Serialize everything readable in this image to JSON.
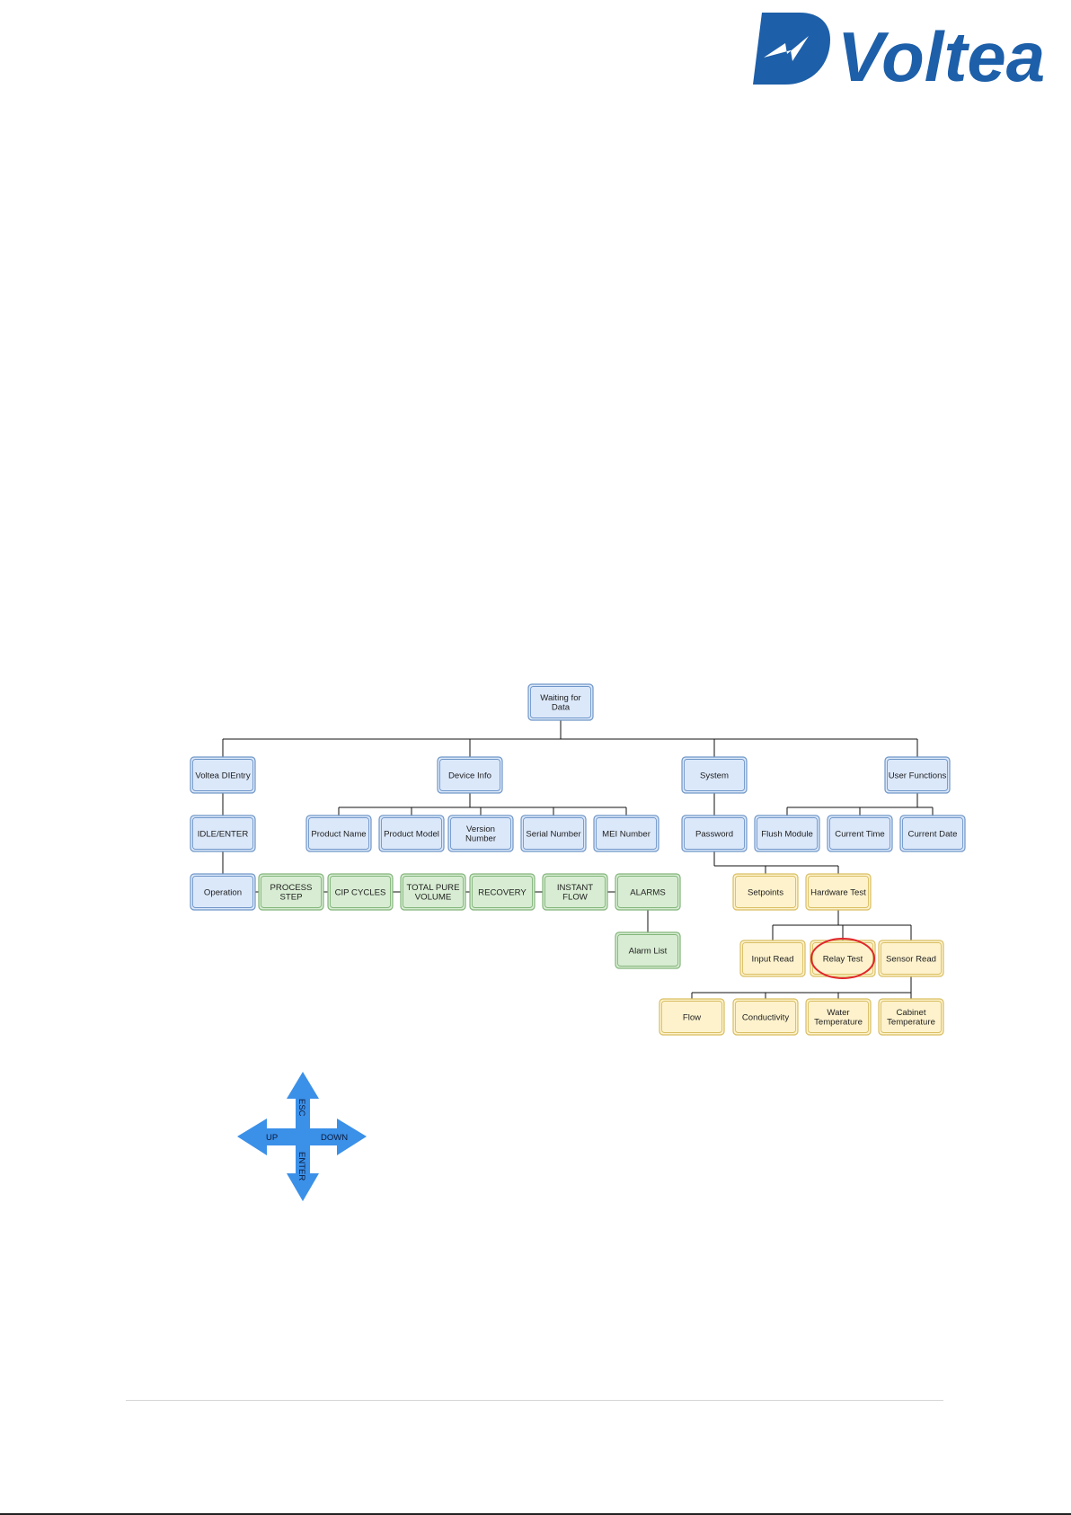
{
  "brand": {
    "name": "Voltea",
    "color": "#1d5fa9"
  },
  "colors": {
    "blue_fill": "#dbe8fa",
    "blue_stroke": "#6f96c8",
    "green_fill": "#d7ecd2",
    "green_stroke": "#82b57a",
    "yellow_fill": "#fdf2cc",
    "yellow_stroke": "#d9be62",
    "highlight": "#e0262b",
    "arrow": "#3b90e8"
  },
  "nodes": [
    {
      "id": "root",
      "lines": [
        "Waiting for",
        "Data"
      ],
      "color": "blue"
    },
    {
      "id": "voltea-dientry",
      "lines": [
        "Voltea DIEntry"
      ],
      "color": "blue"
    },
    {
      "id": "device-info",
      "lines": [
        "Device Info"
      ],
      "color": "blue"
    },
    {
      "id": "system",
      "lines": [
        "System"
      ],
      "color": "blue"
    },
    {
      "id": "user-functions",
      "lines": [
        "User Functions"
      ],
      "color": "blue"
    },
    {
      "id": "idle-enter",
      "lines": [
        "IDLE/ENTER"
      ],
      "color": "blue"
    },
    {
      "id": "product-name",
      "lines": [
        "Product Name"
      ],
      "color": "blue"
    },
    {
      "id": "product-model",
      "lines": [
        "Product Model"
      ],
      "color": "blue"
    },
    {
      "id": "version-number",
      "lines": [
        "Version",
        "Number"
      ],
      "color": "blue"
    },
    {
      "id": "serial-number",
      "lines": [
        "Serial Number"
      ],
      "color": "blue"
    },
    {
      "id": "mei-number",
      "lines": [
        "MEI Number"
      ],
      "color": "blue"
    },
    {
      "id": "password",
      "lines": [
        "Password"
      ],
      "color": "blue"
    },
    {
      "id": "flush-module",
      "lines": [
        "Flush Module"
      ],
      "color": "blue"
    },
    {
      "id": "current-time",
      "lines": [
        "Current Time"
      ],
      "color": "blue"
    },
    {
      "id": "current-date",
      "lines": [
        "Current Date"
      ],
      "color": "blue"
    },
    {
      "id": "operation",
      "lines": [
        "Operation"
      ],
      "color": "blue"
    },
    {
      "id": "process-step",
      "lines": [
        "PROCESS",
        "STEP"
      ],
      "color": "green"
    },
    {
      "id": "cip-cycles",
      "lines": [
        "CIP CYCLES"
      ],
      "color": "green"
    },
    {
      "id": "total-pure-volume",
      "lines": [
        "TOTAL PURE",
        "VOLUME"
      ],
      "color": "green"
    },
    {
      "id": "recovery",
      "lines": [
        "RECOVERY"
      ],
      "color": "green"
    },
    {
      "id": "instant-flow",
      "lines": [
        "INSTANT",
        "FLOW"
      ],
      "color": "green"
    },
    {
      "id": "alarms",
      "lines": [
        "ALARMS"
      ],
      "color": "green"
    },
    {
      "id": "alarm-list",
      "lines": [
        "Alarm List"
      ],
      "color": "green"
    },
    {
      "id": "setpoints",
      "lines": [
        "Setpoints"
      ],
      "color": "yellow"
    },
    {
      "id": "hardware-test",
      "lines": [
        "Hardware Test"
      ],
      "color": "yellow"
    },
    {
      "id": "input-read",
      "lines": [
        "Input Read"
      ],
      "color": "yellow"
    },
    {
      "id": "relay-test",
      "lines": [
        "Relay Test"
      ],
      "color": "yellow",
      "highlighted": true
    },
    {
      "id": "sensor-read",
      "lines": [
        "Sensor Read"
      ],
      "color": "yellow"
    },
    {
      "id": "flow",
      "lines": [
        "Flow"
      ],
      "color": "yellow"
    },
    {
      "id": "conductivity",
      "lines": [
        "Conductivity"
      ],
      "color": "yellow"
    },
    {
      "id": "water-temperature",
      "lines": [
        "Water",
        "Temperature"
      ],
      "color": "yellow"
    },
    {
      "id": "cabinet-temperature",
      "lines": [
        "Cabinet",
        "Temperature"
      ],
      "color": "yellow"
    }
  ],
  "edges": [
    [
      "root",
      "voltea-dientry"
    ],
    [
      "root",
      "device-info"
    ],
    [
      "root",
      "system"
    ],
    [
      "root",
      "user-functions"
    ],
    [
      "voltea-dientry",
      "idle-enter"
    ],
    [
      "device-info",
      "product-name"
    ],
    [
      "device-info",
      "product-model"
    ],
    [
      "device-info",
      "version-number"
    ],
    [
      "device-info",
      "serial-number"
    ],
    [
      "device-info",
      "mei-number"
    ],
    [
      "system",
      "password"
    ],
    [
      "user-functions",
      "flush-module"
    ],
    [
      "user-functions",
      "current-time"
    ],
    [
      "user-functions",
      "current-date"
    ],
    [
      "idle-enter",
      "operation"
    ],
    [
      "password",
      "setpoints"
    ],
    [
      "password",
      "hardware-test"
    ],
    [
      "hardware-test",
      "input-read"
    ],
    [
      "hardware-test",
      "relay-test"
    ],
    [
      "hardware-test",
      "sensor-read"
    ],
    [
      "sensor-read",
      "flow"
    ],
    [
      "sensor-read",
      "conductivity"
    ],
    [
      "sensor-read",
      "water-temperature"
    ],
    [
      "sensor-read",
      "cabinet-temperature"
    ],
    [
      "alarms",
      "alarm-list"
    ]
  ],
  "operation_chain": [
    "operation",
    "process-step",
    "cip-cycles",
    "total-pure-volume",
    "recovery",
    "instant-flow",
    "alarms"
  ],
  "navigation_pad": {
    "up": "UP",
    "down": "DOWN",
    "esc": "ESC",
    "enter": "ENTER"
  }
}
